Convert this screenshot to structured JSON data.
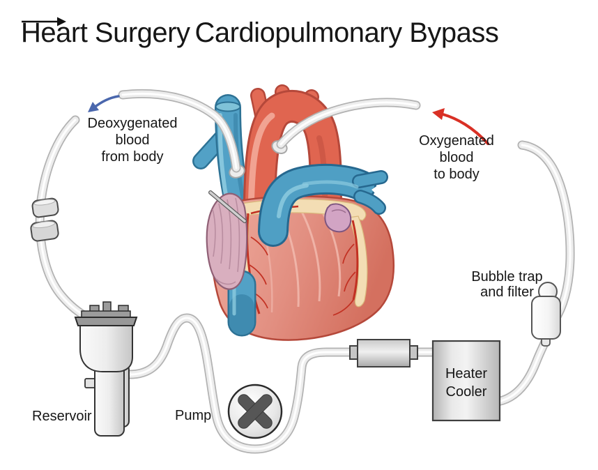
{
  "title": {
    "part1": "Heart Surgery",
    "part2": "Cardiopulmonary Bypass"
  },
  "annotations": {
    "deoxygenated": "Deoxygenated\nblood\nfrom body",
    "oxygenated": "Oxygenated\nblood\nto body",
    "bubble_trap": "Bubble trap\nand filter",
    "reservoir": "Reservoir",
    "pump": "Pump",
    "heater_cooler": "Heater\nCooler"
  },
  "colors": {
    "deoxygenated_arrow_blue": "#4a67ad",
    "oxygenated_arrow_red": "#d93025",
    "vein_blue": "#4f9fc4",
    "artery_red": "#e06550",
    "tubing_light_gray": "#ededed",
    "equipment_gray": "#c9c9c9",
    "text": "#161616"
  }
}
